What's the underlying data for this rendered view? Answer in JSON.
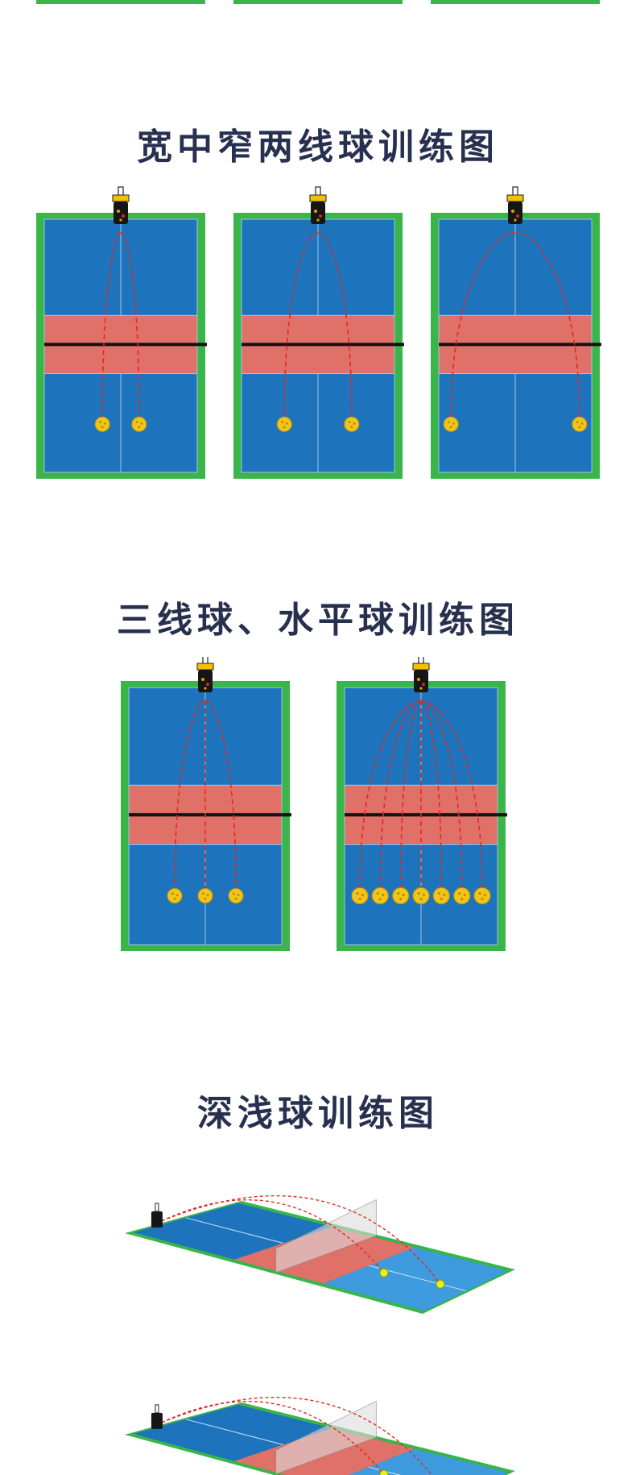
{
  "page": {
    "headings": {
      "wide_medium_narrow": "宽中窄两线球训练图",
      "three_line_horizontal": "三线球、水平球训练图",
      "deep_shallow": "深浅球训练图"
    }
  },
  "colors": {
    "court_border": "#39b54a",
    "court_blue": "#1d74bd",
    "kitchen_zone": "#e07168",
    "net": "#111111",
    "trajectory": "#e02a20",
    "ball": "#f0c419",
    "court_line": "#9fc4e6"
  },
  "icons": {
    "ball_machine": "ball-machine-icon",
    "ball": "pickleball-icon"
  },
  "diagrams": {
    "two_line_drills": [
      {
        "name": "narrow",
        "ball_offsets": [
          -0.12,
          0.12
        ]
      },
      {
        "name": "medium",
        "ball_offsets": [
          -0.22,
          0.22
        ]
      },
      {
        "name": "wide",
        "ball_offsets": [
          -0.42,
          0.42
        ]
      }
    ],
    "three_line": {
      "ball_offsets": [
        -0.2,
        0.0,
        0.2
      ]
    },
    "horizontal": {
      "ball_offsets": [
        -0.4,
        -0.267,
        -0.133,
        0.0,
        0.133,
        0.267,
        0.4
      ]
    },
    "deep_shallow": {
      "landings": [
        "shallow",
        "deep"
      ]
    }
  }
}
